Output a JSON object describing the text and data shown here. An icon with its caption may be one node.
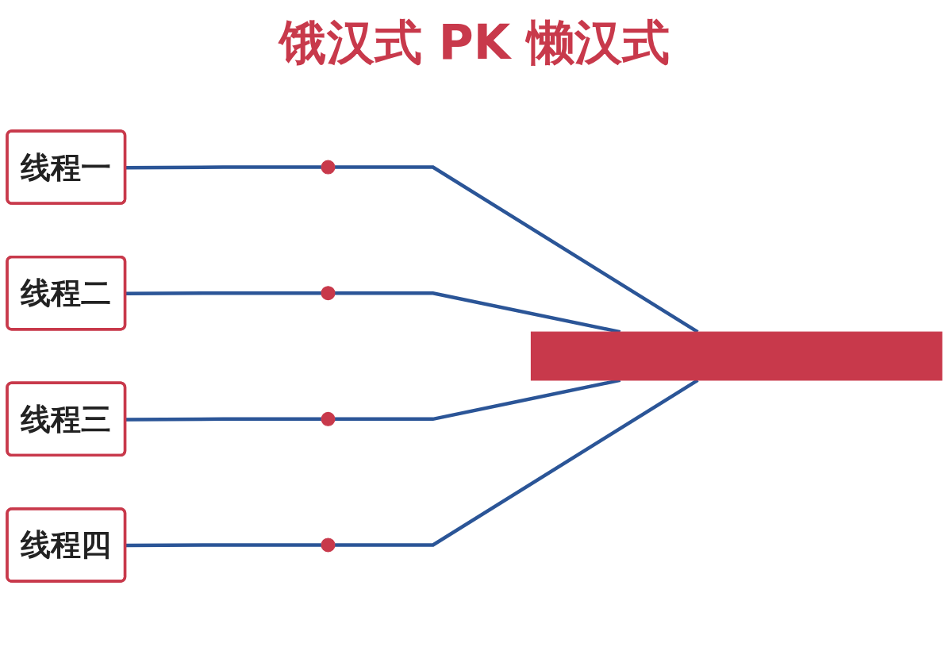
{
  "diagram": {
    "title": "饿汉式 PK 懒汉式",
    "nodes": [
      {
        "text": [
          "线程一"
        ]
      },
      {
        "text": [
          "线程二"
        ]
      },
      {
        "text": [
          "线程三"
        ]
      },
      {
        "text": [
          "线程四"
        ]
      },
      {
        "text": [],
        "shape": "circle"
      },
      {
        "text": [],
        "shape": "circle"
      },
      {
        "text": [],
        "shape": "circle"
      },
      {
        "text": [],
        "shape": "circle"
      },
      {
        "text": [],
        "shape": "bar"
      }
    ],
    "edges": [
      {
        "from": 0,
        "to": 4,
        "arrow": "none"
      },
      {
        "from": 4,
        "to": 8,
        "arrow": "none"
      },
      {
        "from": 1,
        "to": 5,
        "arrow": "none"
      },
      {
        "from": 5,
        "to": 8,
        "arrow": "none"
      },
      {
        "from": 2,
        "to": 6,
        "arrow": "none"
      },
      {
        "from": 6,
        "to": 8,
        "arrow": "none"
      },
      {
        "from": 3,
        "to": 7,
        "arrow": "none"
      },
      {
        "from": 7,
        "to": 8,
        "arrow": "none"
      }
    ]
  }
}
